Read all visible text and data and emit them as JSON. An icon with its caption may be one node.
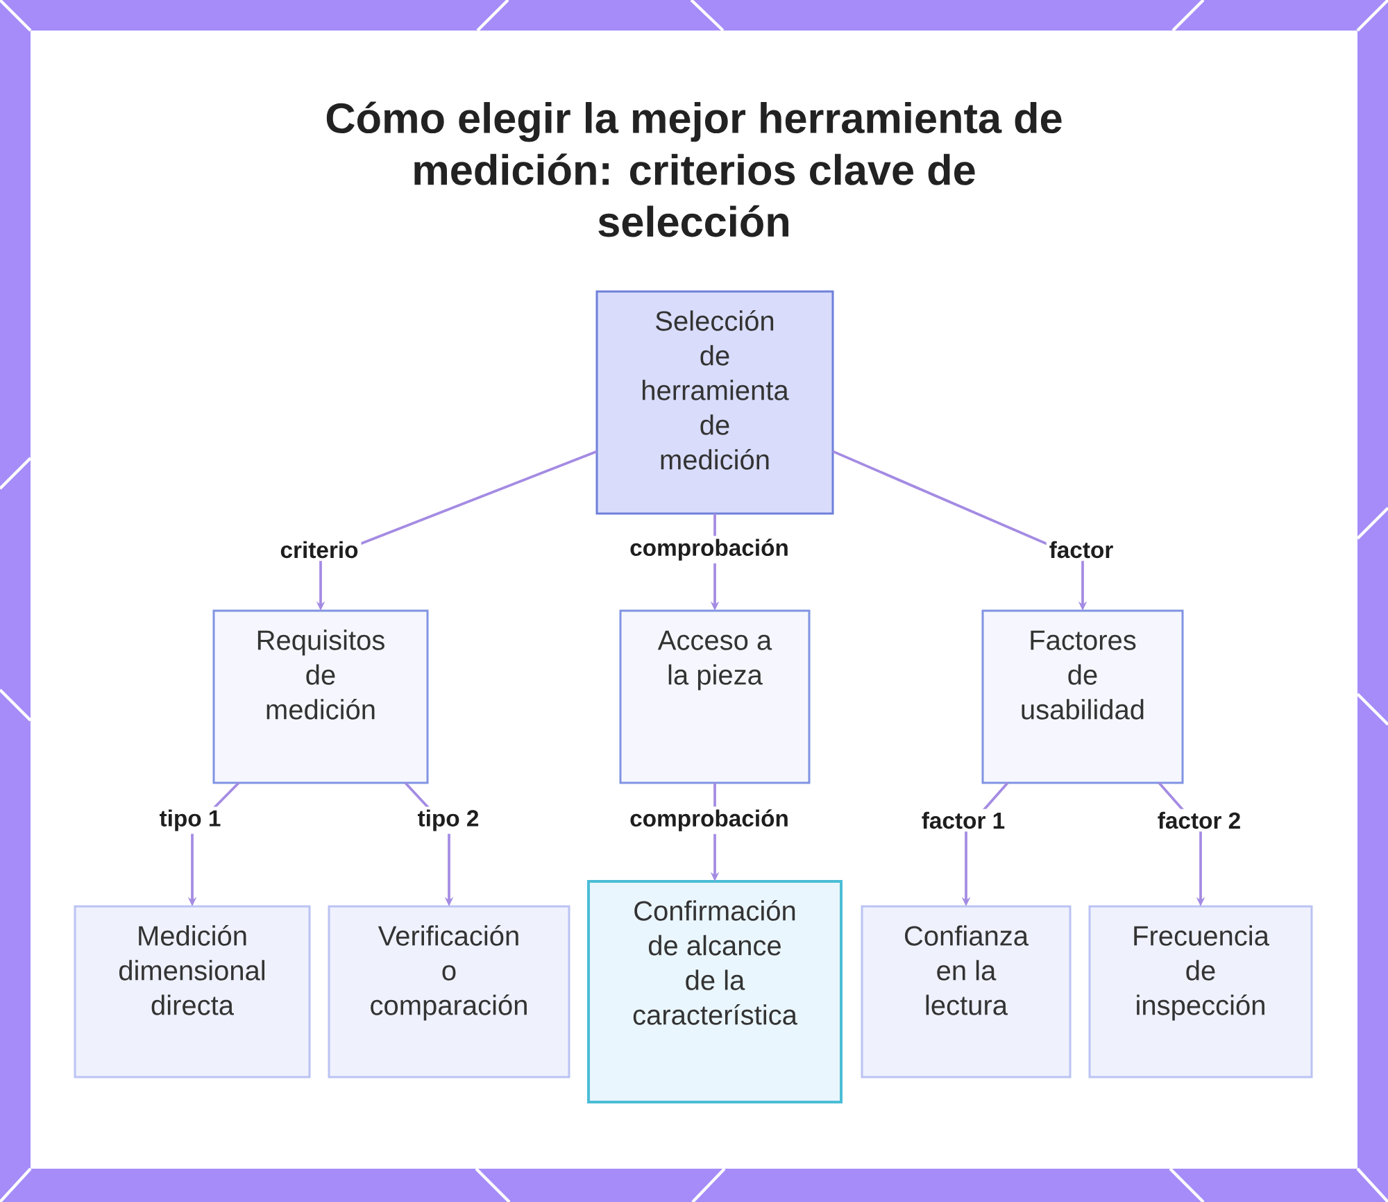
{
  "diagram": {
    "title": "Cómo elegir la mejor herramienta de medición: criterios clave de selección",
    "nodes": [
      {
        "text": [
          "Selección de herramienta de medición"
        ]
      },
      {
        "text": [
          "Requisitos de medición"
        ]
      },
      {
        "text": [
          "Acceso a la pieza"
        ]
      },
      {
        "text": [
          "Factores de usabilidad"
        ]
      },
      {
        "text": [
          "Medición dimensional directa"
        ]
      },
      {
        "text": [
          "Verificación o comparación"
        ]
      },
      {
        "text": [
          "Confirmación de alcance de la característica"
        ]
      },
      {
        "text": [
          "Confianza en la lectura"
        ]
      },
      {
        "text": [
          "Frecuencia de inspección"
        ]
      }
    ],
    "edges": [
      {
        "from": 0,
        "to": 1,
        "arrow": "to",
        "label": "criterio"
      },
      {
        "from": 0,
        "to": 2,
        "arrow": "to",
        "label": "comprobación"
      },
      {
        "from": 0,
        "to": 3,
        "arrow": "to",
        "label": "factor"
      },
      {
        "from": 1,
        "to": 4,
        "arrow": "to",
        "label": "tipo 1"
      },
      {
        "from": 1,
        "to": 5,
        "arrow": "to",
        "label": "tipo 2"
      },
      {
        "from": 2,
        "to": 6,
        "arrow": "to",
        "label": "comprobación"
      },
      {
        "from": 3,
        "to": 7,
        "arrow": "to",
        "label": "factor 1"
      },
      {
        "from": 3,
        "to": 8,
        "arrow": "to",
        "label": "factor 2"
      }
    ]
  }
}
